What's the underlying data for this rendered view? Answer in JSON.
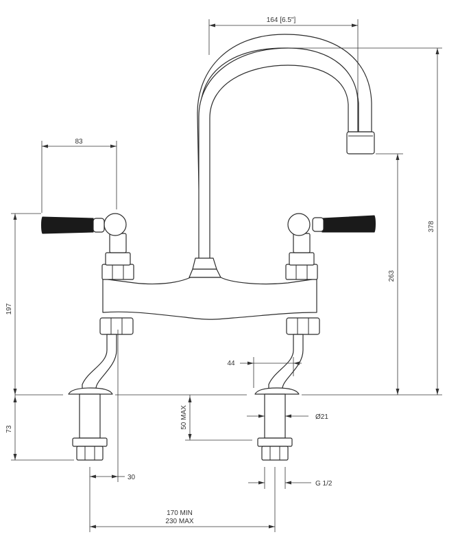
{
  "dimensions": {
    "spout_reach": "164 [6.5\"]",
    "handle_width": "83",
    "left_height": "197",
    "spout_outlet_height": "263",
    "overall_height": "378",
    "tail_length": "73",
    "inlet_spacing": "44",
    "deck_thickness": "50 MAX",
    "tail_diameter": "Ø21",
    "tail_offset": "30",
    "thread_size": "G 1/2",
    "centres_min": "170 MIN",
    "centres_max": "230 MAX"
  }
}
